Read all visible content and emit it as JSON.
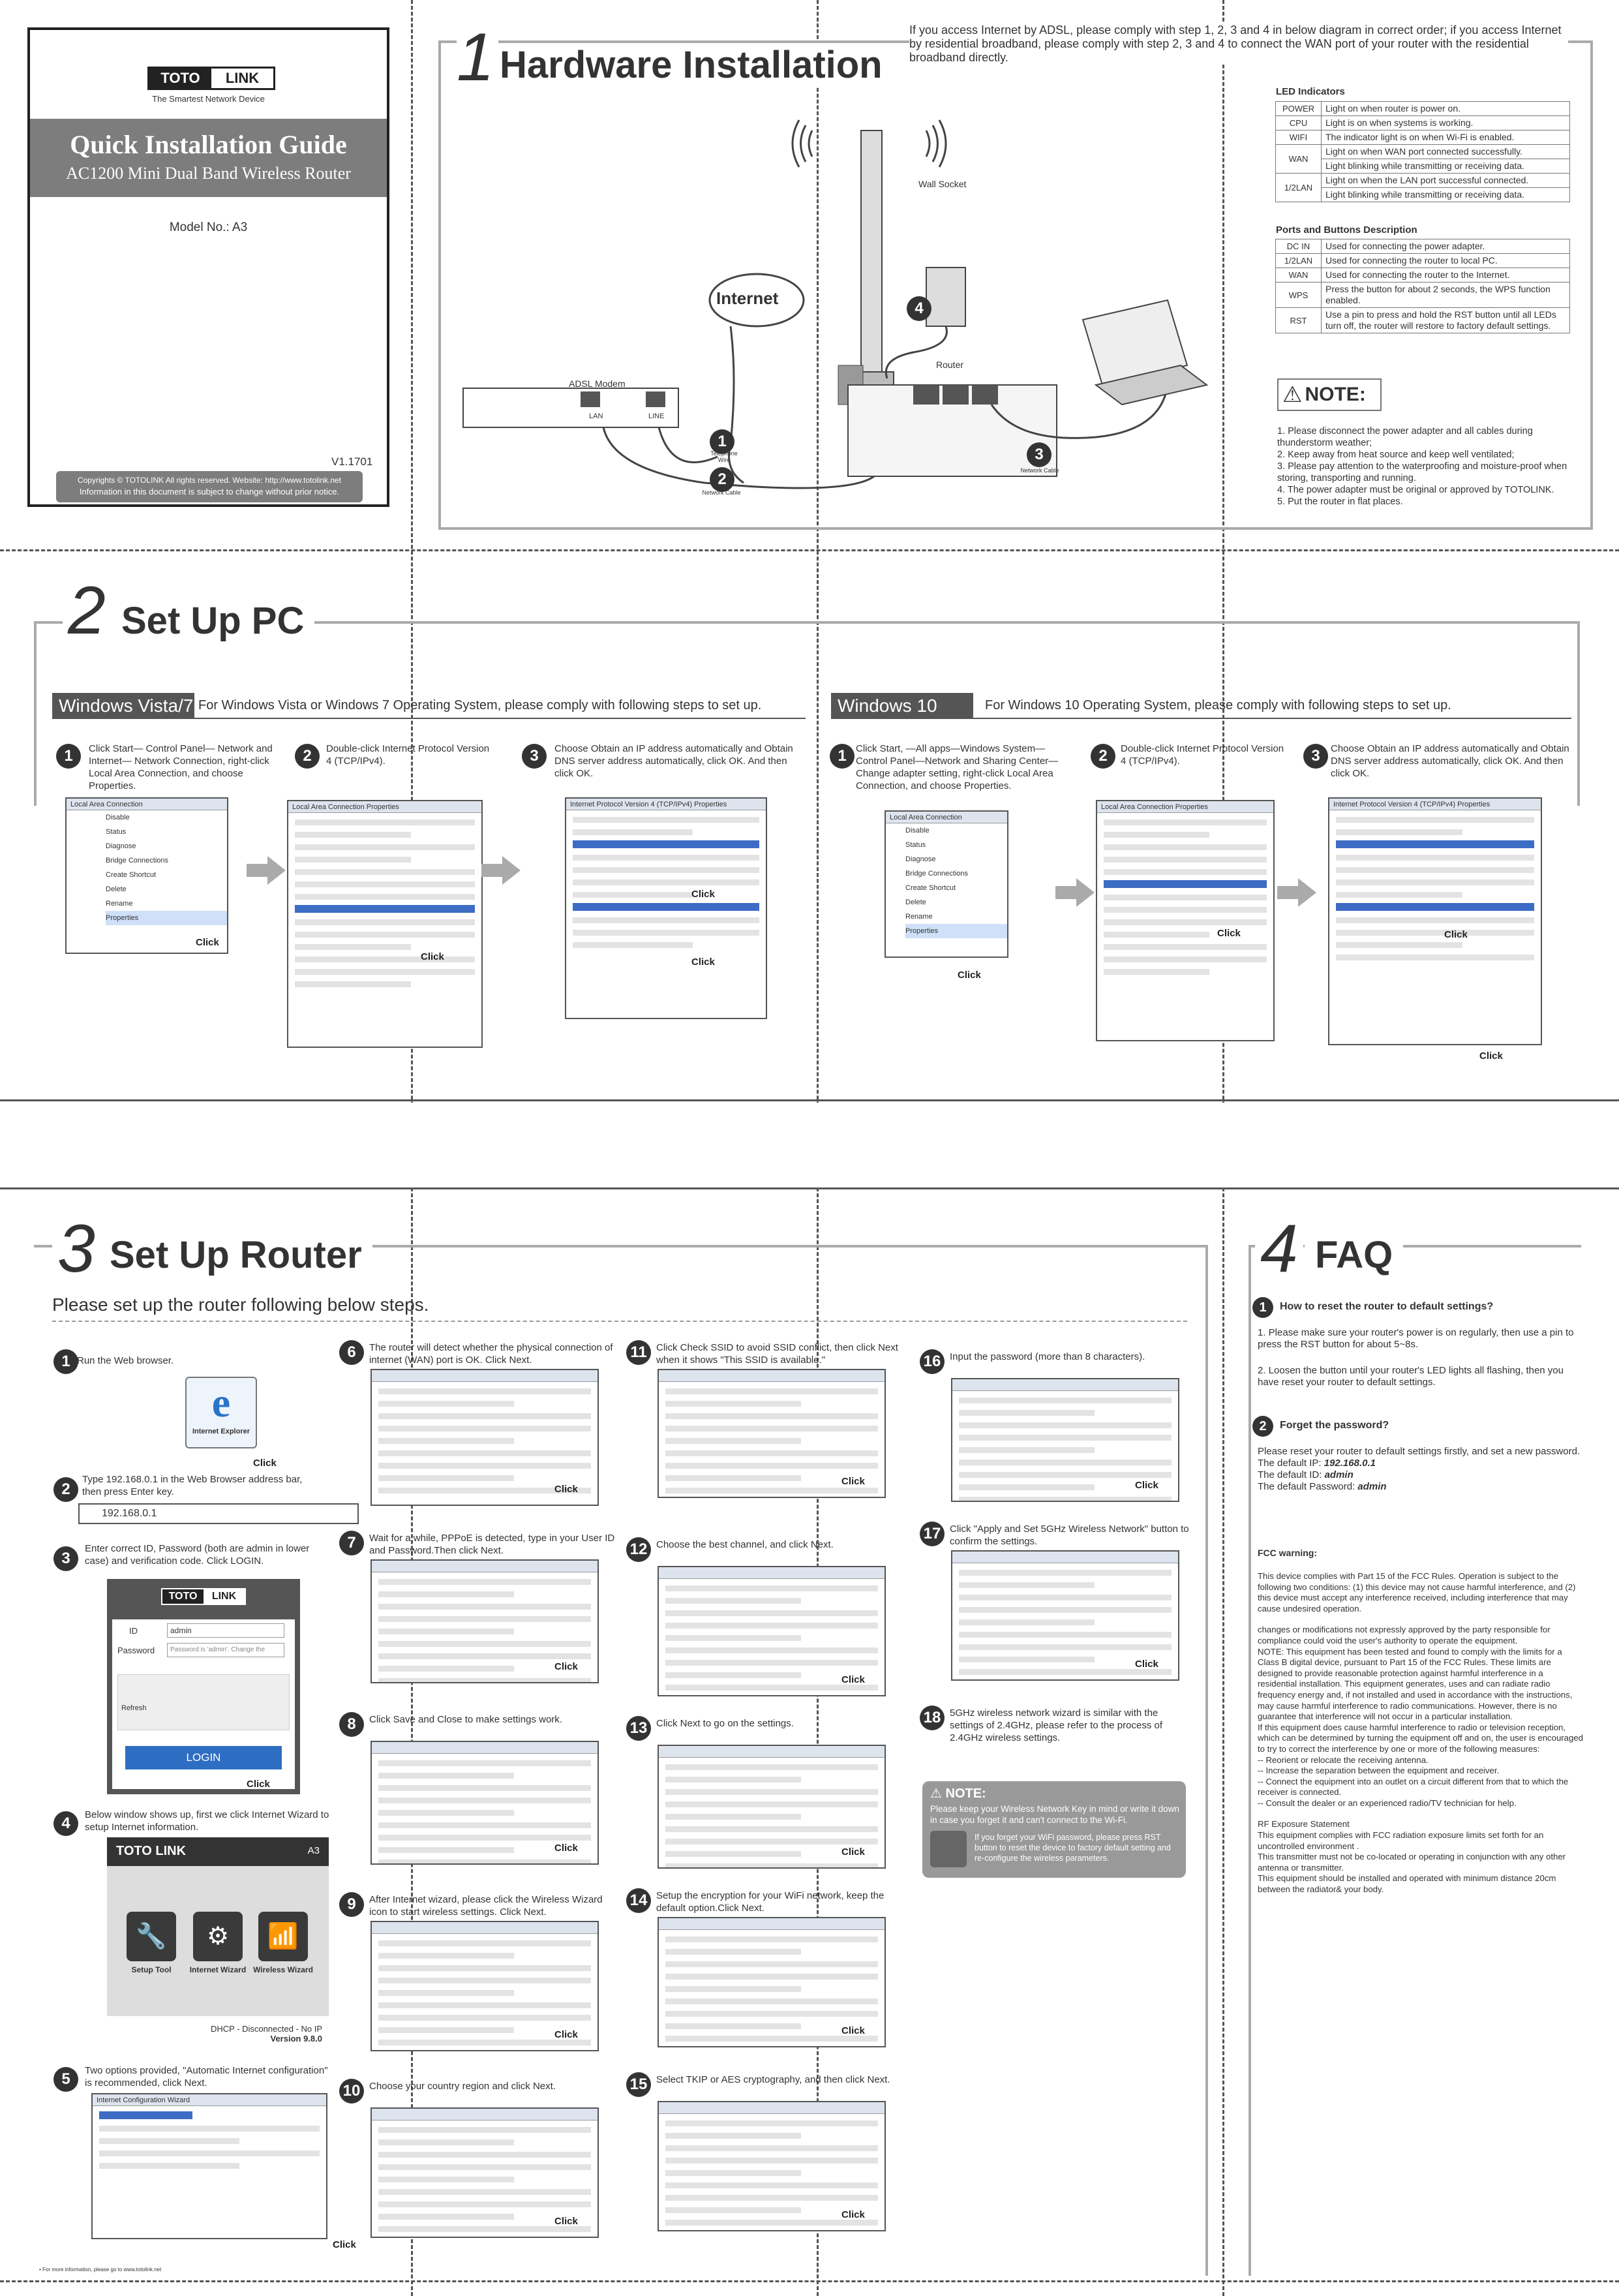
{
  "cover": {
    "brand_left": "TOTO",
    "brand_right": "LINK",
    "tagline": "The Smartest Network Device",
    "title": "Quick Installation Guide",
    "subtitle": "AC1200 Mini Dual Band Wireless Router",
    "model": "Model No.: A3",
    "version": "V1.1701",
    "copyright": "Copyrights © TOTOLINK All rights reserved. Website: http://www.totolink.net",
    "notice": "Information in this document is subject to change without prior notice."
  },
  "hw": {
    "num": "1",
    "title": "Hardware Installation",
    "intro": "If you access Internet by ADSL, please comply with step 1, 2, 3 and 4 in below diagram in correct order; if you access Internet by residential broadband, please comply with step 2, 3 and 4 to connect the WAN port of your router with the residential broadband directly.",
    "labels": {
      "wall_socket": "Wall Socket",
      "internet": "Internet",
      "router": "Router",
      "adsl": "ADSL Modem",
      "telephone_wire": "Telephone Wire",
      "network_cable": "Network Cable",
      "lan": "LAN",
      "line": "LINE"
    },
    "markers": [
      "1",
      "2",
      "3",
      "4"
    ],
    "led_title": "LED Indicators",
    "leds": [
      {
        "k": "POWER",
        "v": "Light on when router is power on."
      },
      {
        "k": "CPU",
        "v": "Light is on when systems is working."
      },
      {
        "k": "WIFI",
        "v": "The indicator light is on when Wi-Fi is enabled."
      },
      {
        "k": "WAN",
        "v": "Light on when WAN port connected successfully."
      },
      {
        "k": "",
        "v": "Light blinking while transmitting or receiving data."
      },
      {
        "k": "1/2LAN",
        "v": "Light on when the LAN port successful connected."
      },
      {
        "k": "",
        "v": "Light blinking while transmitting or receiving data."
      }
    ],
    "ports_title": "Ports and Buttons Description",
    "ports": [
      {
        "k": "DC IN",
        "v": "Used for connecting the power adapter."
      },
      {
        "k": "1/2LAN",
        "v": "Used for connecting the router to local PC."
      },
      {
        "k": "WAN",
        "v": "Used for connecting the router to the Internet."
      },
      {
        "k": "WPS",
        "v": "Press the button for about 2 seconds, the WPS function enabled."
      },
      {
        "k": "RST",
        "v": "Use a pin to press and hold the RST button until all LEDs turn off, the router will restore to factory default settings."
      }
    ],
    "note_title": "NOTE:",
    "notes": [
      "1. Please disconnect the power adapter and all cables during thunderstorm weather;",
      "2. Keep away from heat source and keep well ventilated;",
      "3. Please pay attention to the waterproofing and moisture-proof when storing, transporting and running.",
      "4. The power adapter must be original or approved by TOTOLINK.",
      "5. Put the router in flat places."
    ]
  },
  "pc": {
    "num": "2",
    "title": "Set Up PC",
    "win7_tab": "Windows Vista/7",
    "win7_desc": "For Windows Vista or Windows 7 Operating System, please comply with following steps to set up.",
    "win10_tab": "Windows 10",
    "win10_desc": "For Windows 10 Operating System, please comply with following steps to set up.",
    "win7_steps": [
      "Click Start— Control Panel— Network and Internet— Network Connection, right-click Local Area Connection, and choose Properties.",
      "Double-click Internet Protocol Version 4 (TCP/IPv4).",
      "Choose Obtain an IP address automatically and Obtain DNS server address automatically, click OK. And then click OK."
    ],
    "win10_steps": [
      "Click Start, —All apps—Windows System—Control Panel—Network and Sharing Center—Change adapter setting, right-click Local Area Connection, and choose Properties.",
      "Double-click Internet Protocol Version 4 (TCP/IPv4).",
      "Choose Obtain an IP address automatically and Obtain DNS server address automatically, click OK. And then click OK."
    ],
    "click": "Click",
    "menu": [
      "Local Area Connection",
      "Disable",
      "Status",
      "Diagnose",
      "Bridge Connections",
      "Create Shortcut",
      "Delete",
      "Rename",
      "Properties"
    ]
  },
  "router": {
    "num": "3",
    "title": "Set Up Router",
    "intro": "Please set up the router following below steps.",
    "steps": [
      "Run the Web browser.",
      "Type 192.168.0.1 in the Web Browser address bar, then press Enter key.",
      "Enter correct ID, Password (both are admin in lower case) and verification code. Click LOGIN.",
      "Below window shows up, first we click Internet Wizard to setup Internet information.",
      "Two options provided, \"Automatic Internet configuration\" is recommended, click Next.",
      "The router will detect whether the physical connection of internet (WAN) port is OK. Click Next.",
      "Wait for a while, PPPoE is detected, type in your User ID and Password.Then click Next.",
      "Click Save and Close to make settings work.",
      "After Internet wizard, please click the Wireless Wizard icon to start wireless settings. Click Next.",
      "Choose your country region and click Next.",
      "Click Check SSID to avoid SSID conflict, then click Next when it shows \"This SSID is available.\"",
      "Choose the best channel, and click Next.",
      "Click Next to go on the settings.",
      "Setup the encryption for your WiFi network, keep the default option.Click Next.",
      "Select TKIP or AES cryptography, and then click Next.",
      "Input the password (more than 8 characters).",
      "Click \"Apply and Set 5GHz Wireless Network\" button to confirm the settings.",
      "5GHz wireless network wizard is similar with the settings of 2.4GHz, please refer to the process of 2.4GHz wireless settings."
    ],
    "ie_label": "Internet Explorer",
    "address": "192.168.0.1",
    "login_id_label": "ID",
    "login_id": "admin",
    "login_pw_label": "Password",
    "login_pw_ph": "Password is 'admin'. Change the",
    "refresh": "Refresh",
    "login_btn": "LOGIN",
    "wizard_model": "A3",
    "wiz_icons": [
      "Setup Tool",
      "Internet Wizard",
      "Wireless Wizard"
    ],
    "dhcp": "DHCP - Disconnected - No IP",
    "fw": "Version 9.8.0",
    "note_title": "NOTE:",
    "note_text": "Please keep your Wireless Network Key in mind or write it down in case you forget it and can't connect to the Wi-Fi.",
    "note_text2": "If you forget your WiFi password, please press RST button to reset the device to factory default setting and re-configure the wireless parameters.",
    "footer": "• For more information, please go to www.totolink.net"
  },
  "faq": {
    "num": "4",
    "title": "FAQ",
    "q1": "How to reset the router to default settings?",
    "a1": [
      "1. Please make sure your router's power is on regularly, then use a pin to press the RST button for about 5~8s.",
      "2. Loosen the button until your router's LED lights all flashing, then you have reset your router to default settings."
    ],
    "q2": "Forget the password?",
    "a2": "Please reset your router to default settings firstly, and set a new password.",
    "ip_label": "The default IP:",
    "ip": "192.168.0.1",
    "id_label": "The default ID:",
    "id": "admin",
    "pw_label": "The default Password:",
    "pw": "admin",
    "fcc_title": "FCC warning:",
    "fcc": [
      "This device complies with Part 15 of the FCC Rules. Operation is subject to the following two conditions: (1) this device may not cause harmful interference, and (2) this device must accept any interference received, including interference that may cause undesired operation.",
      "changes or modifications not expressly approved by the party responsible for compliance could void the user's authority to operate the equipment.",
      "NOTE: This equipment has been tested and found to comply with the limits for a Class B digital device, pursuant to Part 15 of the FCC Rules. These limits are designed to provide reasonable protection against harmful interference in a residential installation. This equipment generates, uses and can radiate radio frequency energy and, if not installed and used in accordance with the instructions, may cause harmful interference to radio communications. However, there is no guarantee that interference will not occur in a particular installation.",
      "If this equipment does cause harmful interference to radio or television reception, which can be determined by turning the equipment off and on, the user is encouraged to try to correct the interference by one or more of the following measures:",
      "-- Reorient or relocate the receiving antenna.",
      "-- Increase the separation between the equipment and receiver.",
      "-- Connect the equipment into an outlet on a circuit different from that to which the receiver is connected.",
      "-- Consult the dealer or an experienced radio/TV technician for help.",
      "RF Exposure Statement",
      "This equipment complies with FCC radiation exposure limits set forth for an uncontrolled environment .",
      "This transmitter must not be co-located or operating in conjunction with any other antenna or transmitter.",
      "This equipment should be installed and operated with minimum distance 20cm between the radiator& your body."
    ]
  }
}
